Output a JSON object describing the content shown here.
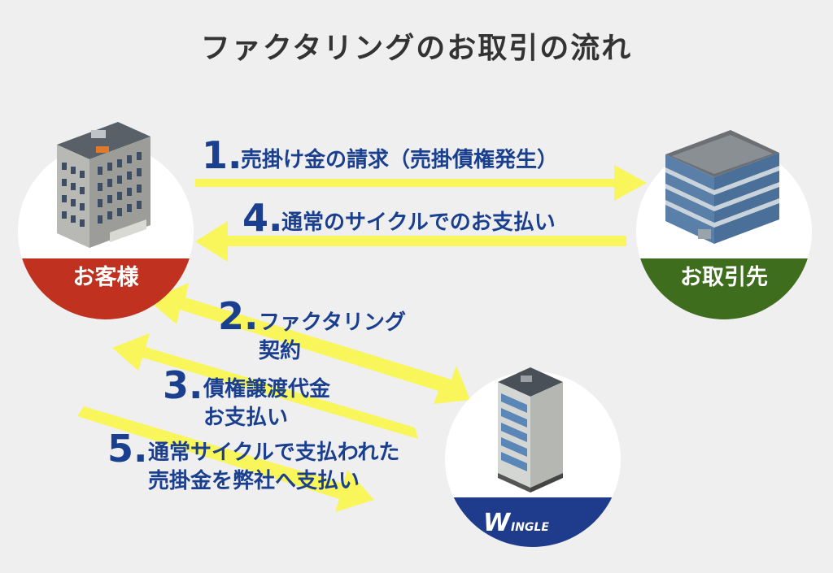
{
  "title": "ファクタリングのお取引の流れ",
  "colors": {
    "arrow": "#f8f65a",
    "step_text": "#1b3f8f",
    "customer_band": "#c0311f",
    "partner_band": "#3f6d1e",
    "wingle_band": "#1f3c8c",
    "background": "#efefef"
  },
  "parties": {
    "customer": {
      "label": "お客様"
    },
    "partner": {
      "label": "お取引先"
    },
    "wingle": {
      "logo_initial": "W",
      "logo_rest": "INGLE"
    }
  },
  "steps": [
    {
      "number": "1.",
      "lines": [
        "売掛け金の請求（売掛債権発生）"
      ]
    },
    {
      "number": "2.",
      "lines": [
        "ファクタリング",
        "契約"
      ]
    },
    {
      "number": "3.",
      "lines": [
        "債権譲渡代金",
        "お支払い"
      ]
    },
    {
      "number": "4.",
      "lines": [
        "通常のサイクルでのお支払い"
      ]
    },
    {
      "number": "5.",
      "lines": [
        "通常サイクルで支払われた",
        "売掛金を弊社へ支払い"
      ]
    }
  ]
}
